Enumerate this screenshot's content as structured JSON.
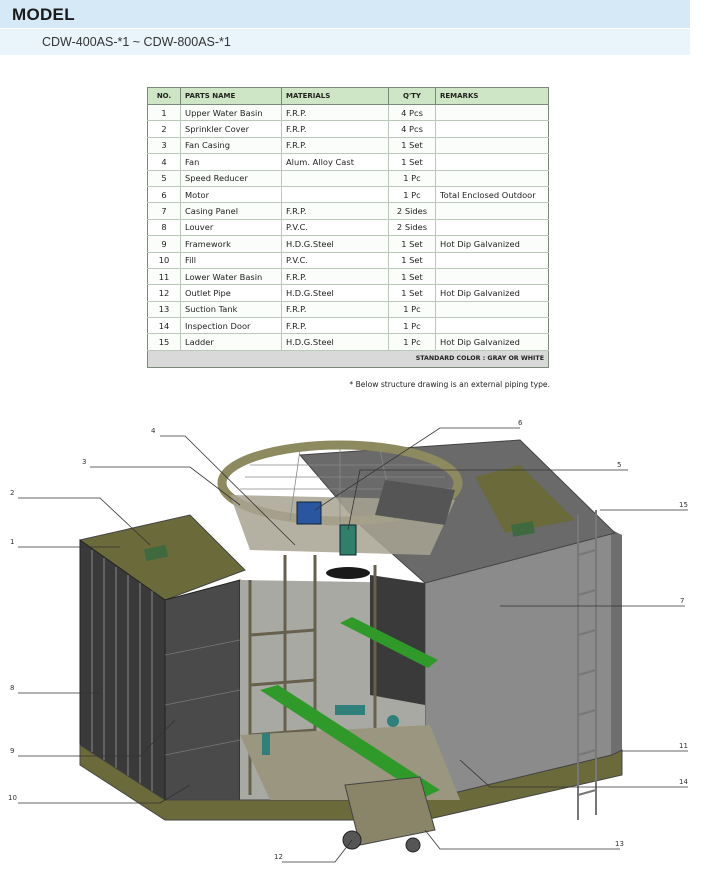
{
  "header": {
    "title": "MODEL",
    "subtitle": "CDW-400AS-*1 ~ CDW-800AS-*1"
  },
  "table": {
    "headers": [
      "NO.",
      "PARTS NAME",
      "MATERIALS",
      "Q'TY",
      "REMARKS"
    ],
    "rows": [
      [
        "1",
        "Upper Water Basin",
        "F.R.P.",
        "4 Pcs",
        ""
      ],
      [
        "2",
        "Sprinkler Cover",
        "F.R.P.",
        "4 Pcs",
        ""
      ],
      [
        "3",
        "Fan Casing",
        "F.R.P.",
        "1 Set",
        ""
      ],
      [
        "4",
        "Fan",
        "Alum. Alloy Cast",
        "1 Set",
        ""
      ],
      [
        "5",
        "Speed Reducer",
        "",
        "1 Pc",
        ""
      ],
      [
        "6",
        "Motor",
        "",
        "1 Pc",
        "Total Enclosed Outdoor"
      ],
      [
        "7",
        "Casing Panel",
        "F.R.P.",
        "2 Sides",
        ""
      ],
      [
        "8",
        "Louver",
        "P.V.C.",
        "2 Sides",
        ""
      ],
      [
        "9",
        "Framework",
        "H.D.G.Steel",
        "1 Set",
        "Hot Dip Galvanized"
      ],
      [
        "10",
        "Fill",
        "P.V.C.",
        "1 Set",
        ""
      ],
      [
        "11",
        "Lower Water Basin",
        "F.R.P.",
        "1 Set",
        ""
      ],
      [
        "12",
        "Outlet Pipe",
        "H.D.G.Steel",
        "1 Set",
        "Hot Dip Galvanized"
      ],
      [
        "13",
        "Suction Tank",
        "F.R.P.",
        "1 Pc",
        ""
      ],
      [
        "14",
        "Inspection Door",
        "F.R.P.",
        "1 Pc",
        ""
      ],
      [
        "15",
        "Ladder",
        "H.D.G.Steel",
        "1 Pc",
        "Hot Dip Galvanized"
      ]
    ],
    "footer": "STANDARD COLOR : GRAY OR WHITE"
  },
  "note": "* Below structure drawing is an external piping type.",
  "drawing": {
    "callouts": [
      "1",
      "2",
      "3",
      "4",
      "5",
      "6",
      "7",
      "8",
      "9",
      "10",
      "11",
      "12",
      "13",
      "14",
      "15"
    ]
  },
  "colors": {
    "header_band": "#d6e9f7",
    "table_header": "#cfe6c6",
    "basin": "#6b6a3a",
    "frame": "#888070",
    "green": "#2f9a2a",
    "panel": "#8a8a8a"
  }
}
